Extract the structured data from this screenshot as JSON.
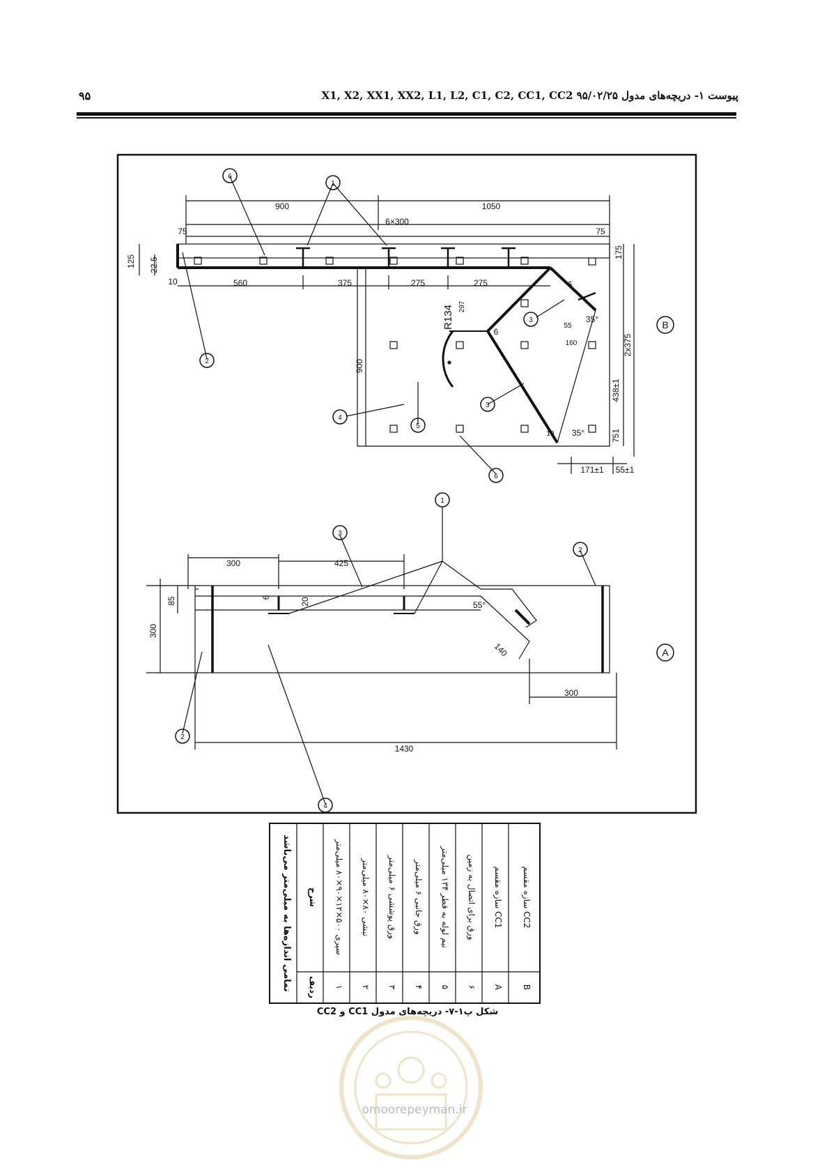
{
  "header": {
    "title": "پیوست ۱- دریچه‌های مدول X1, X2, XX1, XX2, L1, L2, C1, C2, CC1, CC2  ۹۵/۰۲/۲۵",
    "page_number": "۹۵"
  },
  "drawing": {
    "view_labels": [
      "A",
      "B"
    ],
    "callouts": [
      "1",
      "2",
      "3",
      "4",
      "5",
      "6"
    ],
    "view_b": {
      "top_dims": [
        "900",
        "1050",
        "6×300",
        "75",
        "75"
      ],
      "left_dims": [
        "125",
        "22.5",
        "10"
      ],
      "mid_dims": [
        "560",
        "375",
        "275",
        "275"
      ],
      "height_dim": "900",
      "radius_label": "R134",
      "dim_297": "297",
      "right_dims": [
        "175",
        "2x375",
        "438±1",
        "751"
      ],
      "angle_dims": [
        "6",
        "6",
        "35°",
        "55",
        "160",
        "35°",
        "10"
      ],
      "bottom_dims": [
        "171±1",
        "55±1"
      ]
    },
    "view_a": {
      "top_dims": [
        "300",
        "425"
      ],
      "left_dims": [
        "85",
        "300"
      ],
      "inner_dims": [
        "6",
        "20"
      ],
      "angle": "55°",
      "dim_140": "140",
      "bottom_dims": [
        "300",
        "1430"
      ]
    }
  },
  "legend": {
    "title": "تمامی اندازه‌ها به میلی‌متر می‌باشد",
    "col_index": "ردیف",
    "col_desc": "شرح",
    "rows": [
      {
        "index": "۱",
        "desc": "سپری ۵۰۰×۱۲×۹۰×۸۰ میلی‌متر"
      },
      {
        "index": "۲",
        "desc": "نبشی ۸۰×۸۰ میلی‌متر"
      },
      {
        "index": "۳",
        "desc": "ورق پوششی ۶ میلی‌متر"
      },
      {
        "index": "۴",
        "desc": "ورق جانبی ۶ میلی‌متر"
      },
      {
        "index": "۵",
        "desc": "نیم لوله به قطر ۱۳۴ میلی‌متر"
      },
      {
        "index": "۶",
        "desc": "ورق برای اتصال به زمین"
      },
      {
        "index": "A",
        "desc": "سازه مقسم CC1"
      },
      {
        "index": "B",
        "desc": "سازه مقسم CC2"
      }
    ]
  },
  "caption": "شکل پ۱-۷- دریچه‌های مدول CC1 و CC2",
  "website": "omoorepeyman.ir"
}
